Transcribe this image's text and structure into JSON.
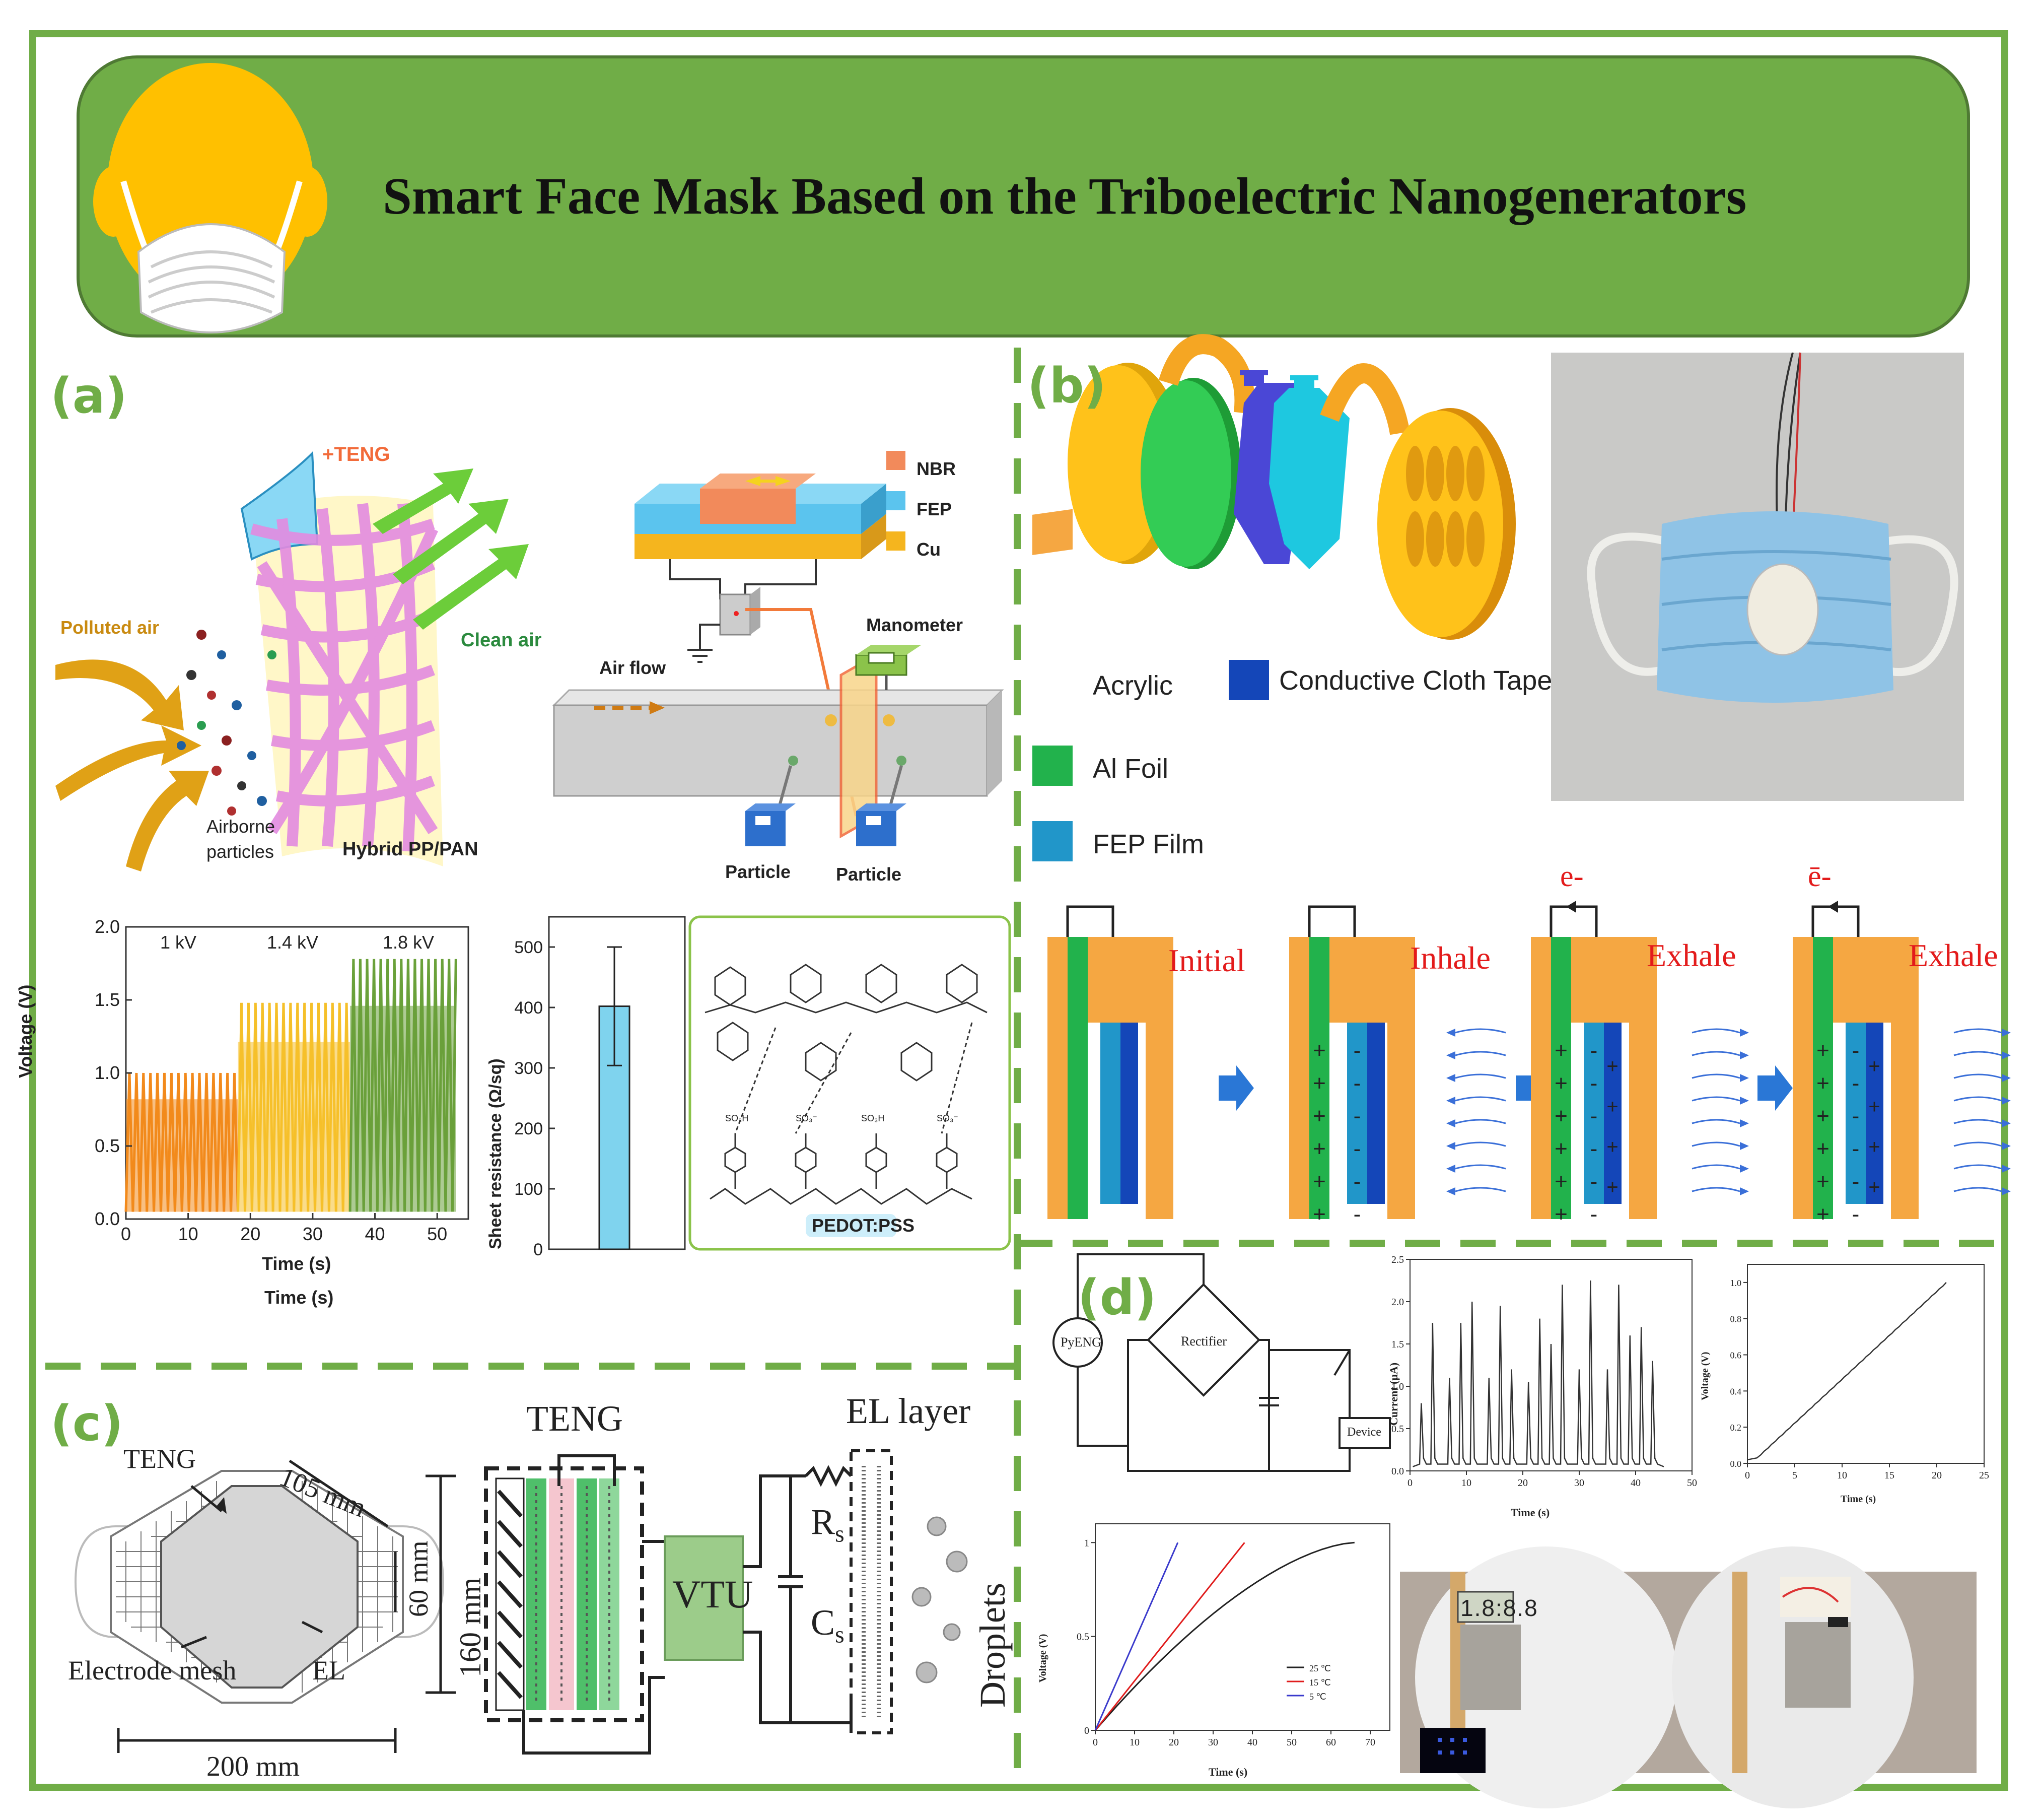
{
  "title": "Smart Face Mask Based on the Triboelectric Nanogenerators",
  "panels": {
    "a": "(a)",
    "b": "(b)",
    "c": "(c)",
    "d": "(d)"
  },
  "panel_a": {
    "teng": "+TENG",
    "polluted": "Polluted air",
    "clean": "Clean air",
    "airborne": "Airborne",
    "particles": "particles",
    "hybrid": "Hybrid PP/PAN",
    "nbr": "NBR",
    "fep": "FEP",
    "cu": "Cu",
    "manometer": "Manometer",
    "airflow": "Air flow",
    "particle": "Particle",
    "pedot": "PEDOT:PSS",
    "so3h": "SO₃H",
    "so3": "SO₃⁻"
  },
  "panel_b": {
    "legend": [
      "Acrylic",
      "Al Foil",
      "FEP Film",
      "Conductive Cloth Tape"
    ],
    "steps": [
      "Initial",
      "Inhale",
      "Exhale",
      "Exhale"
    ],
    "electron": "e-",
    "electron2": "ē-"
  },
  "panel_c": {
    "teng": "TENG",
    "dim105": "105 mm",
    "dim60": "60 mm",
    "dim160": "160 mm",
    "dim200": "200 mm",
    "mesh": "Electrode mesh",
    "el": "EL",
    "vtu": "VTU",
    "el_layer": "EL layer",
    "rs": "R",
    "rs_sub": "s",
    "cs": "C",
    "cs_sub": "s",
    "droplets": "Droplets"
  },
  "panel_d": {
    "pyeng": "PyENG",
    "rectifier": "Rectifier",
    "device": "Device",
    "lcd": "1.8:8.8"
  },
  "colors": {
    "accent": "#70ad47",
    "acrylic": "#f5a742",
    "al": "#22b24c",
    "fep": "#2196c9",
    "tape": "#1446b8"
  },
  "chart_data": [
    {
      "type": "line",
      "xlabel": "Time (s)",
      "xlabel2": "Time (s)",
      "ylabel": "Voltage (V)",
      "xlim": [
        0,
        55
      ],
      "ylim": [
        0,
        2.0
      ],
      "xticks": [
        0,
        10,
        20,
        30,
        40,
        50
      ],
      "yticks": [
        0.0,
        0.5,
        1.0,
        1.5,
        2.0
      ],
      "annotations": [
        "1 kV",
        "1.4 kV",
        "1.8 kV"
      ],
      "segments": [
        {
          "x": [
            0,
            18
          ],
          "peak": 1.0,
          "base": 0.0,
          "color": "#f28a1c"
        },
        {
          "x": [
            18,
            36
          ],
          "peak": 1.48,
          "base": 0.0,
          "color": "#f5c02a"
        },
        {
          "x": [
            36,
            53
          ],
          "peak": 1.78,
          "base": 0.0,
          "color": "#6aa13a"
        }
      ]
    },
    {
      "type": "bar",
      "ylabel": "Sheet resistance (Ω/sq)",
      "ylim": [
        0,
        550
      ],
      "yticks": [
        0,
        100,
        200,
        300,
        400,
        500
      ],
      "values": [
        402
      ],
      "error": [
        98
      ],
      "color": "#7fd3ee"
    },
    {
      "type": "line",
      "xlabel": "Time (s)",
      "ylabel": "Current (μA)",
      "xlim": [
        0,
        50
      ],
      "ylim": [
        0,
        2.5
      ],
      "xticks": [
        0,
        10,
        20,
        30,
        40,
        50
      ],
      "yticks": [
        0.0,
        0.5,
        1.0,
        1.5,
        2.0,
        2.5
      ],
      "peaks_x": [
        2,
        4,
        7,
        9,
        11,
        14,
        16,
        18,
        21,
        23,
        25,
        27,
        30,
        32,
        35,
        37,
        39,
        41,
        43
      ],
      "peaks_y": [
        0.8,
        1.75,
        1.1,
        1.75,
        2.0,
        1.1,
        1.95,
        1.2,
        1.05,
        1.8,
        1.5,
        2.2,
        1.2,
        2.25,
        1.2,
        2.2,
        1.6,
        1.7,
        1.3
      ]
    },
    {
      "type": "line",
      "xlabel": "Time (s)",
      "ylabel": "Voltage (V)",
      "xlim": [
        0,
        25
      ],
      "ylim": [
        0,
        1.1
      ],
      "xticks": [
        0,
        5,
        10,
        15,
        20,
        25
      ],
      "yticks": [
        0.0,
        0.2,
        0.4,
        0.6,
        0.8,
        1.0
      ],
      "x": [
        0,
        1,
        21
      ],
      "y": [
        0.02,
        0.03,
        1.0
      ]
    },
    {
      "type": "line",
      "xlabel": "Time (s)",
      "ylabel": "Voltage (V)",
      "xlim": [
        0,
        75
      ],
      "ylim": [
        0,
        1.1
      ],
      "xticks": [
        0,
        10,
        20,
        30,
        40,
        50,
        60,
        70
      ],
      "yticks": [
        0,
        0.5,
        1
      ],
      "series": [
        {
          "name": "25 ℃",
          "color": "#222",
          "end_x": 66
        },
        {
          "name": "15 ℃",
          "color": "#e01d1d",
          "end_x": 38
        },
        {
          "name": "5 ℃",
          "color": "#3a3acc",
          "end_x": 21
        }
      ]
    }
  ]
}
